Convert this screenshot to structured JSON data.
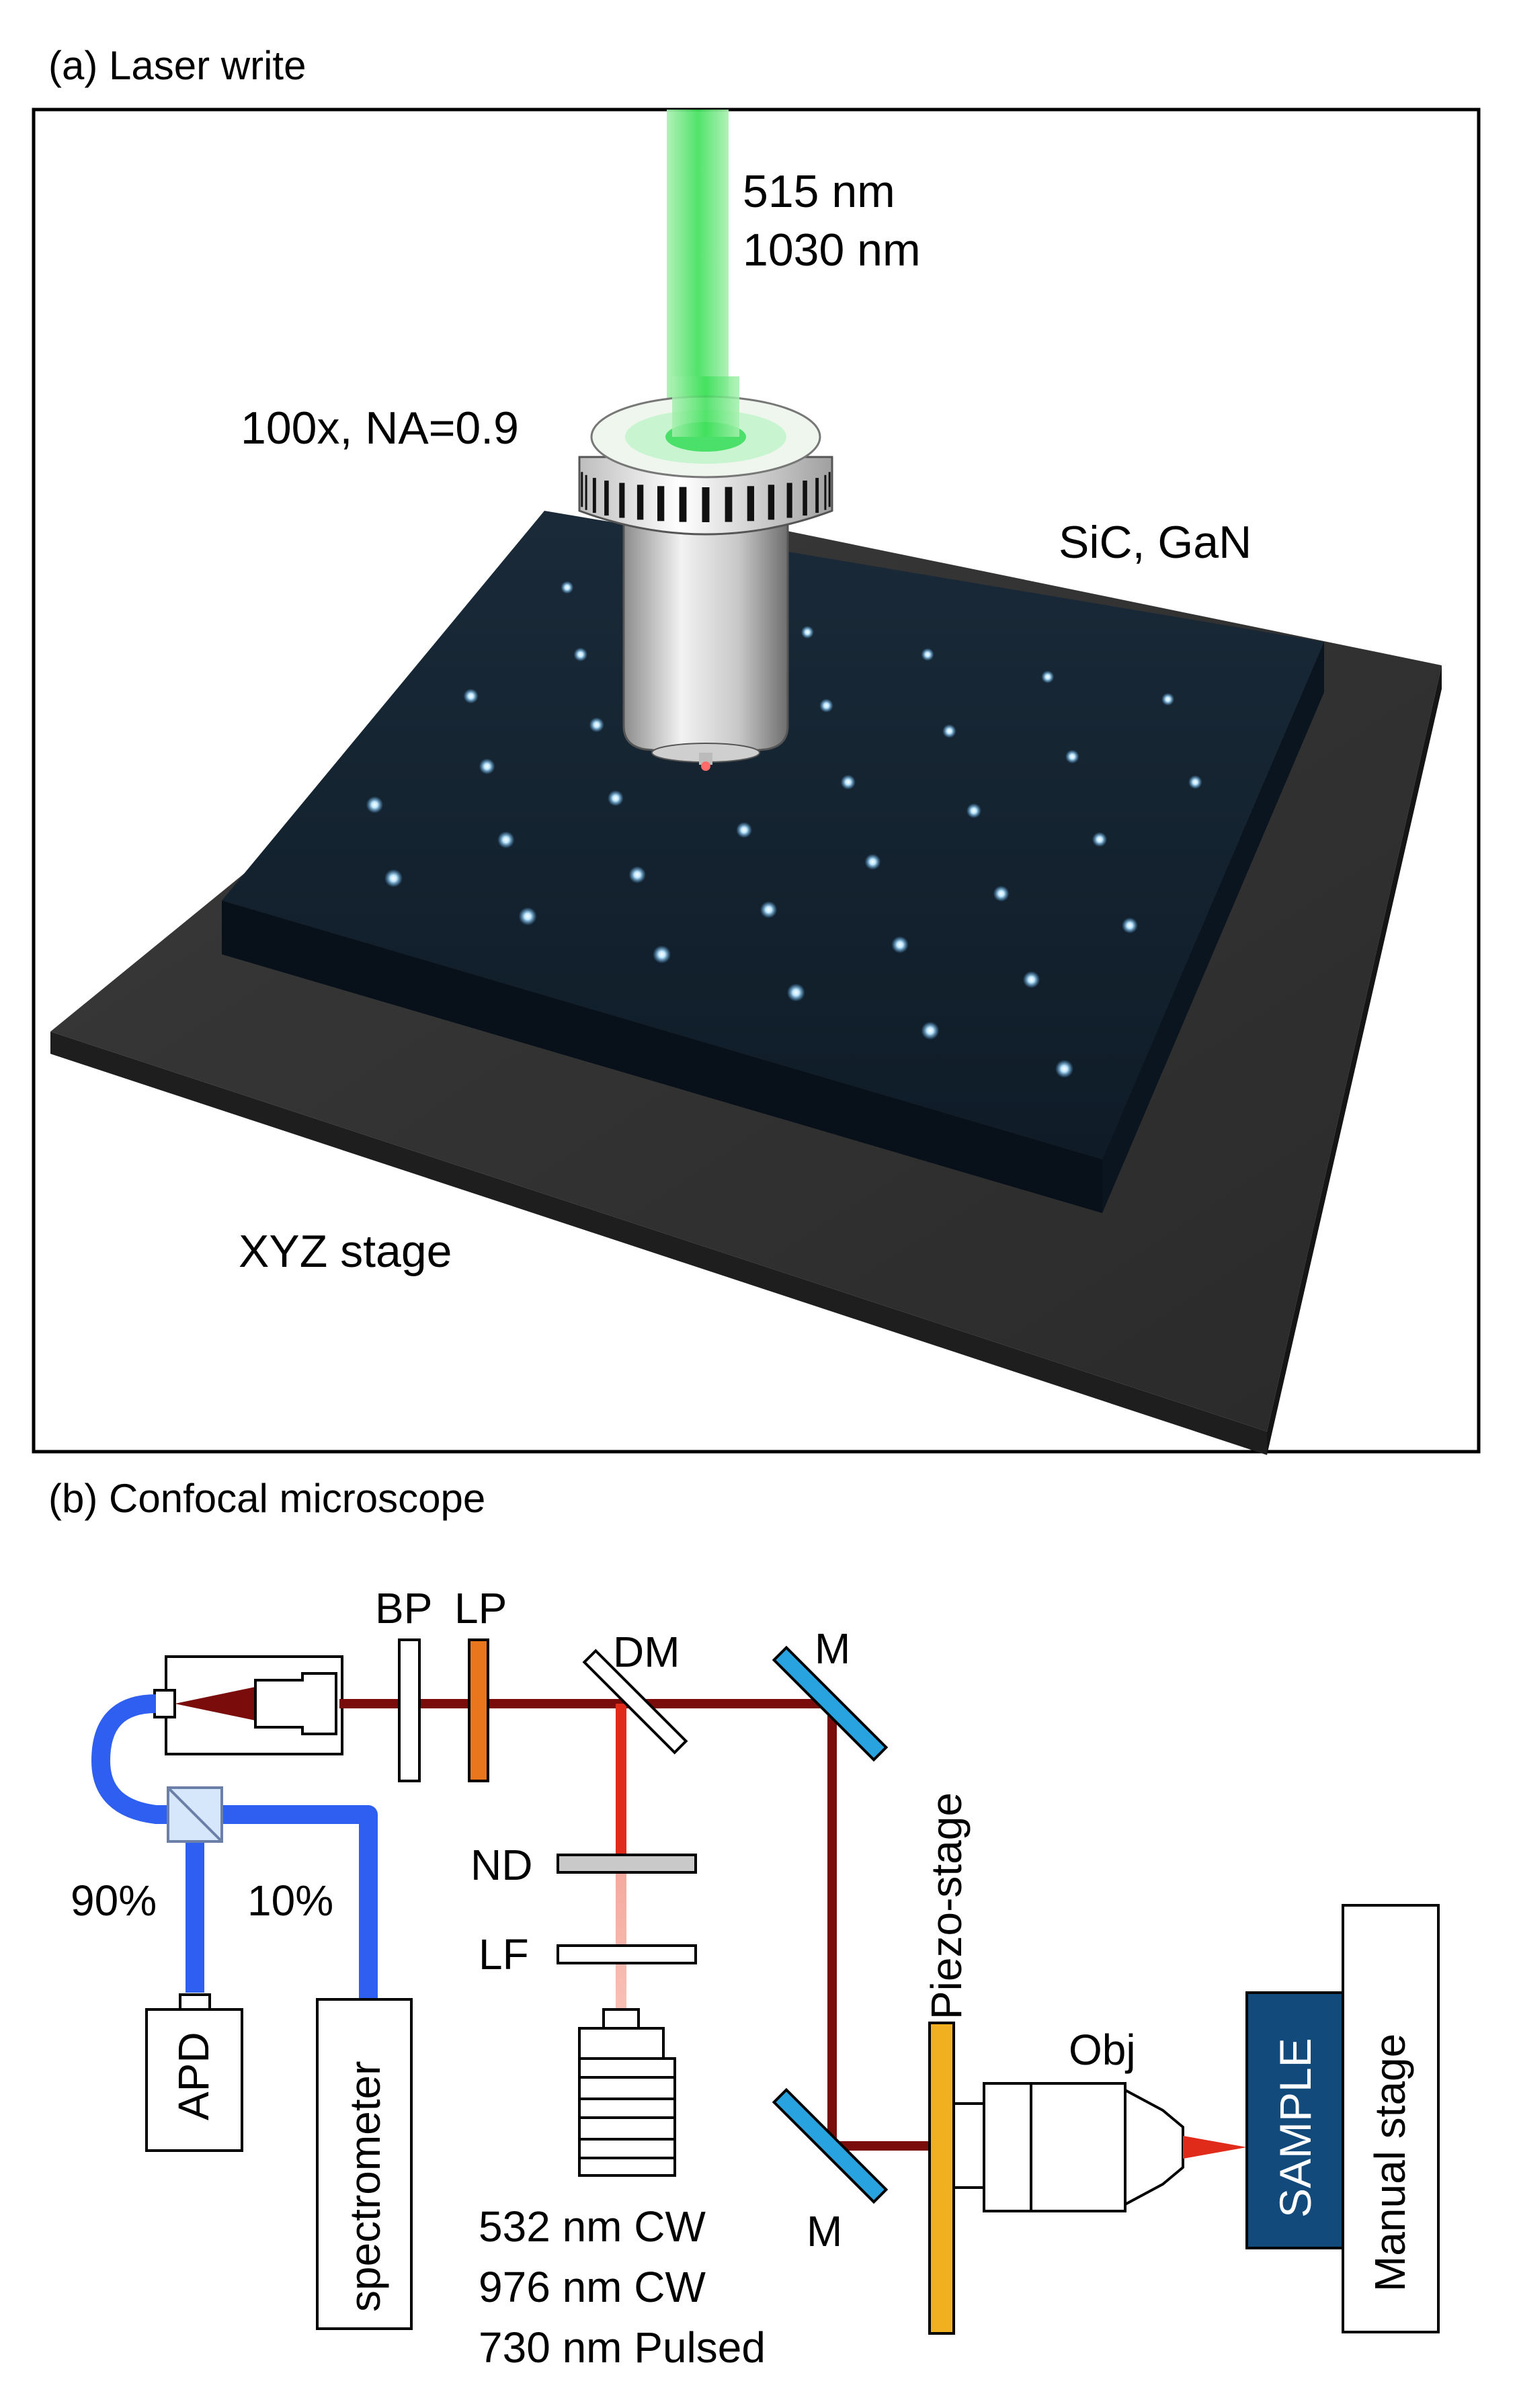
{
  "panel_a": {
    "title": "(a) Laser write",
    "wavelength_1": "515 nm",
    "wavelength_2": "1030 nm",
    "objective": "100x, NA=0.9",
    "material": "SiC, GaN",
    "stage": "XYZ stage"
  },
  "panel_b": {
    "title": "(b) Confocal microscope",
    "bp": "BP",
    "lp": "LP",
    "dm": "DM",
    "mirror_top": "M",
    "mirror_bottom": "M",
    "nd": "ND",
    "lf": "LF",
    "split_90": "90%",
    "split_10": "10%",
    "apd": "APD",
    "spectrometer": "spectrometer",
    "piezo": "Piezo-stage",
    "obj": "Obj",
    "sample": "SAMPLE",
    "manual_stage": "Manual stage",
    "laser_1": "532 nm CW",
    "laser_2": "976 nm CW",
    "laser_3": "730 nm Pulsed"
  },
  "colors": {
    "beam_dark_red": "#7a0c0c",
    "beam_red": "#e02a1a",
    "beam_pink": "#f4a79a",
    "fiber_blue": "#2f5ff0",
    "mirror_blue": "#29a3e0",
    "lp_orange": "#e9761c",
    "piezo_yellow": "#f0b020",
    "sample_navy": "#134a7c",
    "laser_green": "#4ce06a",
    "substrate_dark": "#0d1a26"
  }
}
